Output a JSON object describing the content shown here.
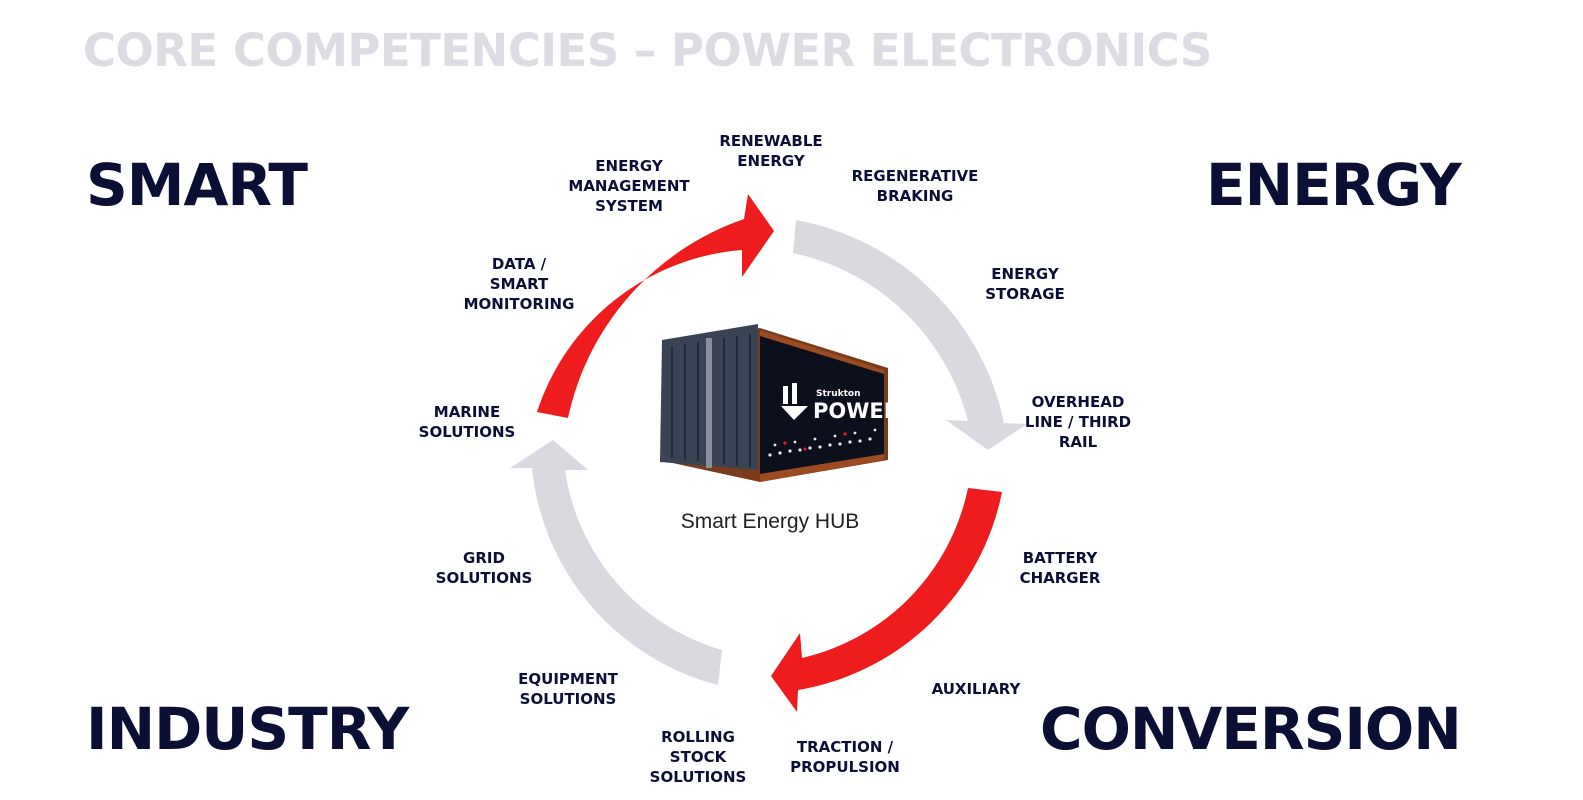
{
  "title": "CORE COMPETENCIES – POWER ELECTRONICS",
  "corners": {
    "smart": "SMART",
    "energy": "ENERGY",
    "industry": "INDUSTRY",
    "conversion": "CONVERSION"
  },
  "labels": {
    "renewable_energy": "RENEWABLE\nENERGY",
    "regenerative_braking": "REGENERATIVE\nBRAKING",
    "energy_storage": "ENERGY\nSTORAGE",
    "overhead_line": "OVERHEAD\nLINE / THIRD\nRAIL",
    "battery_charger": "BATTERY\nCHARGER",
    "auxiliary": "AUXILIARY",
    "traction_propulsion": "TRACTION /\nPROPULSION",
    "rolling_stock": "ROLLING\nSTOCK\nSOLUTIONS",
    "equipment_solutions": "EQUIPMENT\nSOLUTIONS",
    "grid_solutions": "GRID\nSOLUTIONS",
    "marine_solutions": "MARINE\nSOLUTIONS",
    "data_smart_monitoring": "DATA /\nSMART\nMONITORING",
    "energy_management": "ENERGY\nMANAGEMENT\nSYSTEM"
  },
  "hub": {
    "caption": "Smart Energy HUB",
    "brand_small": "Strukton",
    "brand_big": "POWER"
  },
  "colors": {
    "title": "#dcdce2",
    "navy": "#0b0f36",
    "red_arrow": "#ee1c1c",
    "grey_arrow": "#d9d9e0"
  }
}
